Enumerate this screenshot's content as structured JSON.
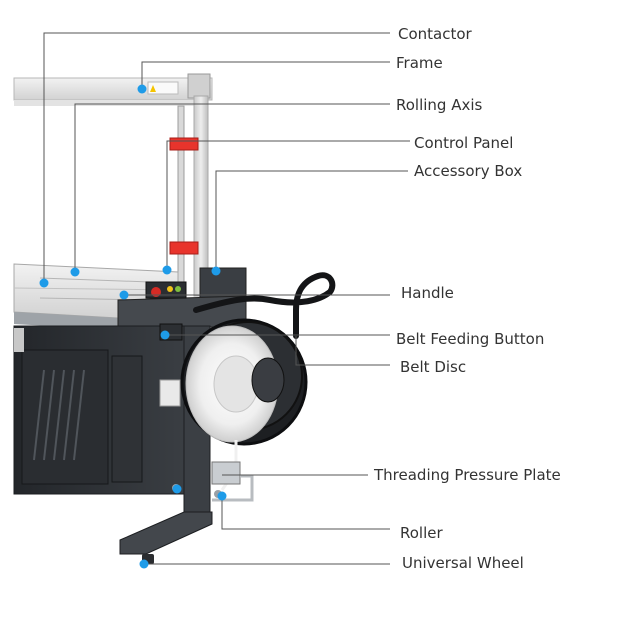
{
  "labels": {
    "contactor": "Contactor",
    "frame": "Frame",
    "rolling_axis": "Rolling Axis",
    "control_panel": "Control Panel",
    "accessory_box": "Accessory Box",
    "handle": "Handle",
    "belt_feeding_button": "Belt Feeding Button",
    "belt_disc": "Belt Disc",
    "threading_pressure_plate": "Threading Pressure Plate",
    "roller": "Roller",
    "universal_wheel": "Universal Wheel"
  },
  "colors": {
    "marker": "#1e9be8",
    "leader": "#555555",
    "machine_dark": "#2f3236",
    "frame_silver": "#d8d8d8",
    "strap_white": "#f4f4f4",
    "bracket_red": "#e8342c"
  }
}
